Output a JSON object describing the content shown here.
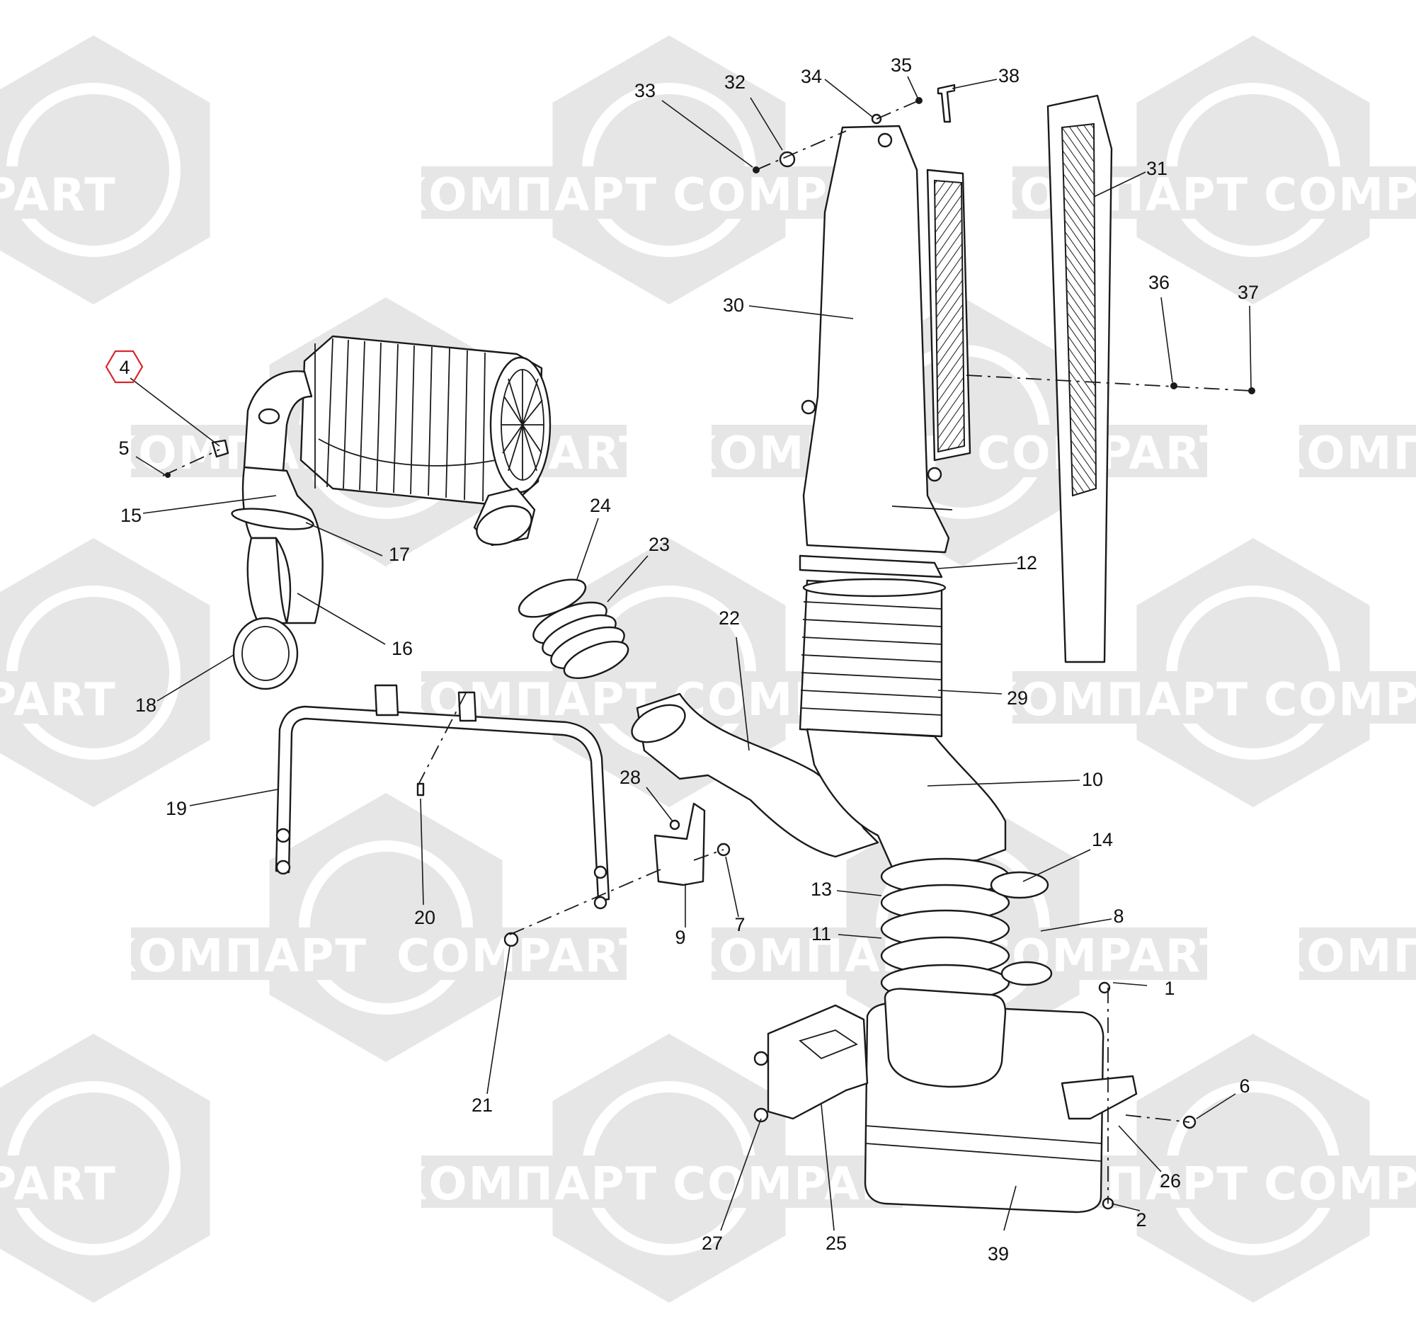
{
  "watermark": {
    "latin": "COMPART",
    "cyrillic": "КОМПАРТ",
    "color": "#e6e6e6"
  },
  "highlight": {
    "callout": "4",
    "color": "#d9262c"
  },
  "callouts": [
    "1",
    "2",
    "4",
    "5",
    "6",
    "7",
    "8",
    "9",
    "10",
    "11",
    "12",
    "13",
    "14",
    "15",
    "16",
    "17",
    "18",
    "19",
    "20",
    "21",
    "22",
    "23",
    "24",
    "25",
    "26",
    "27",
    "28",
    "29",
    "30",
    "31",
    "32",
    "33",
    "34",
    "35",
    "36",
    "37",
    "38",
    "39"
  ]
}
